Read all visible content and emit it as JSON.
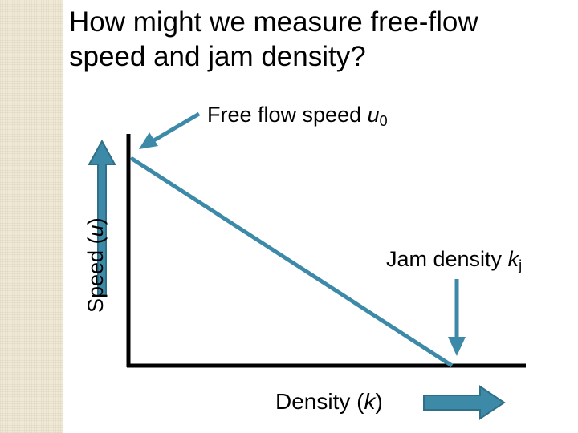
{
  "title": "How might we measure free-flow\nspeed and jam density?",
  "labels": {
    "free_flow": {
      "text": "Free flow speed ",
      "var": "u",
      "sub": "0"
    },
    "jam": {
      "text": "Jam density ",
      "var": "k",
      "sub": "j"
    },
    "x_axis": {
      "text": "Density (",
      "var": "k",
      "suffix": ")"
    },
    "y_axis": {
      "text": "Speed (",
      "var": "u",
      "suffix": ")"
    }
  },
  "colors": {
    "arrow": "#3d8aa8",
    "arrow_outline": "#2f6f88",
    "axis": "#000000",
    "line": "#3d8aa8",
    "side_strip": "#efe9d6"
  }
}
